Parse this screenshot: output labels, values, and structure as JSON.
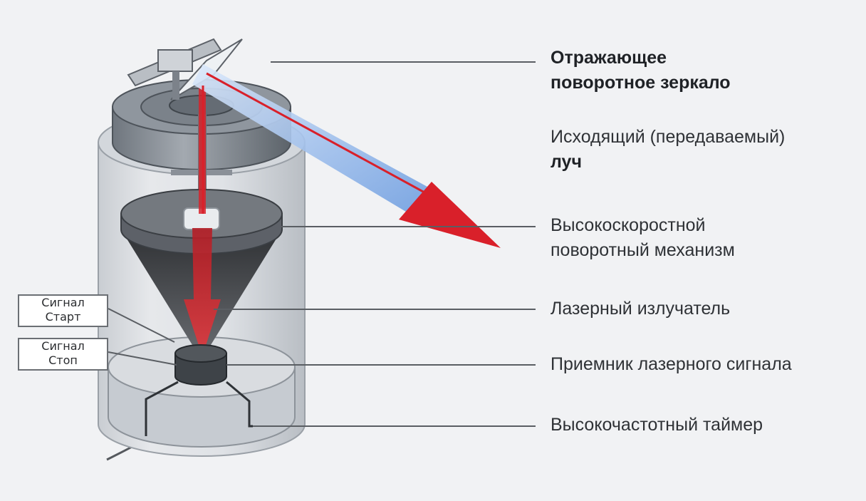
{
  "labels": {
    "mirror": {
      "line1": "Отражающее",
      "line2": "поворотное зеркало"
    },
    "beam": {
      "line1": "Исходящий (передаваемый)",
      "line2": "луч"
    },
    "rotator": {
      "line1": "Высокоскоростной",
      "line2": "поворотный механизм"
    },
    "emitter": "Лазерный излучатель",
    "receiver": "Приемник лазерного сигнала",
    "timer": "Высокочастотный таймер"
  },
  "signals": {
    "start": {
      "line1": "Сигнал",
      "line2": "Старт"
    },
    "stop": {
      "line1": "Сигнал",
      "line2": "Стоп"
    }
  },
  "colors": {
    "beam_red": "#d9202a",
    "beam_blue": "#7aa8e6",
    "device_gray": "#8c939b",
    "cone_dark": "#3a3c40",
    "leader_line": "#5a5e63"
  }
}
